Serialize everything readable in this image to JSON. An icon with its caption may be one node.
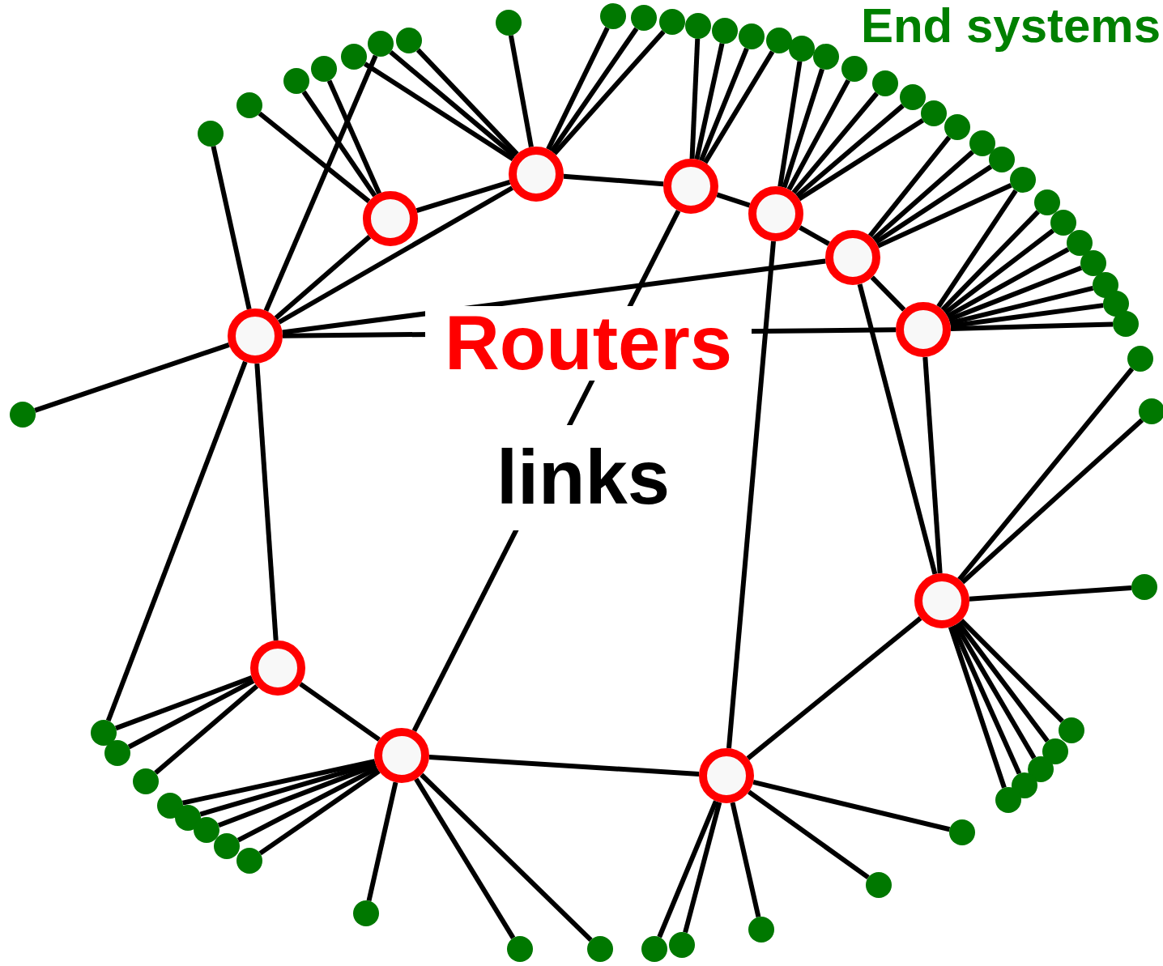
{
  "diagram": {
    "nodes": [
      {
        "text": [],
        "shape": "ring"
      },
      {
        "text": [],
        "shape": "ring"
      },
      {
        "text": [],
        "shape": "ring"
      },
      {
        "text": [],
        "shape": "ring"
      },
      {
        "text": [],
        "shape": "ring"
      },
      {
        "text": [],
        "shape": "ring"
      },
      {
        "text": [],
        "shape": "ring"
      },
      {
        "text": [],
        "shape": "ring"
      },
      {
        "text": [],
        "shape": "ring"
      },
      {
        "text": [],
        "shape": "ring"
      },
      {
        "text": [],
        "shape": "ring"
      },
      {
        "text": [],
        "shape": "dot"
      },
      {
        "text": [],
        "shape": "dot"
      },
      {
        "text": [],
        "shape": "dot"
      },
      {
        "text": [],
        "shape": "dot"
      },
      {
        "text": [],
        "shape": "dot"
      },
      {
        "text": [],
        "shape": "dot"
      },
      {
        "text": [],
        "shape": "dot"
      },
      {
        "text": [],
        "shape": "dot"
      },
      {
        "text": [],
        "shape": "dot"
      },
      {
        "text": [],
        "shape": "dot"
      },
      {
        "text": [],
        "shape": "dot"
      },
      {
        "text": [],
        "shape": "dot"
      },
      {
        "text": [],
        "shape": "dot"
      },
      {
        "text": [],
        "shape": "dot"
      },
      {
        "text": [],
        "shape": "dot"
      },
      {
        "text": [],
        "shape": "dot"
      },
      {
        "text": [],
        "shape": "dot"
      },
      {
        "text": [],
        "shape": "dot"
      },
      {
        "text": [],
        "shape": "dot"
      },
      {
        "text": [],
        "shape": "dot"
      },
      {
        "text": [],
        "shape": "dot"
      },
      {
        "text": [],
        "shape": "dot"
      },
      {
        "text": [],
        "shape": "dot"
      },
      {
        "text": [],
        "shape": "dot"
      },
      {
        "text": [],
        "shape": "dot"
      },
      {
        "text": [],
        "shape": "dot"
      },
      {
        "text": [],
        "shape": "dot"
      },
      {
        "text": [],
        "shape": "dot"
      },
      {
        "text": [],
        "shape": "dot"
      },
      {
        "text": [],
        "shape": "dot"
      },
      {
        "text": [],
        "shape": "dot"
      },
      {
        "text": [],
        "shape": "dot"
      },
      {
        "text": [],
        "shape": "dot"
      },
      {
        "text": [],
        "shape": "dot"
      },
      {
        "text": [],
        "shape": "dot"
      },
      {
        "text": [],
        "shape": "dot"
      },
      {
        "text": [],
        "shape": "dot"
      },
      {
        "text": [],
        "shape": "dot"
      },
      {
        "text": [],
        "shape": "dot"
      },
      {
        "text": [],
        "shape": "dot"
      },
      {
        "text": [],
        "shape": "dot"
      },
      {
        "text": [],
        "shape": "dot"
      },
      {
        "text": [],
        "shape": "dot"
      },
      {
        "text": [],
        "shape": "dot"
      },
      {
        "text": [],
        "shape": "dot"
      },
      {
        "text": [],
        "shape": "dot"
      },
      {
        "text": [],
        "shape": "dot"
      },
      {
        "text": [],
        "shape": "dot"
      },
      {
        "text": [],
        "shape": "dot"
      },
      {
        "text": [],
        "shape": "dot"
      },
      {
        "text": [],
        "shape": "dot"
      },
      {
        "text": [],
        "shape": "dot"
      },
      {
        "text": [],
        "shape": "dot"
      },
      {
        "text": [],
        "shape": "dot"
      },
      {
        "text": [],
        "shape": "dot"
      },
      {
        "text": [],
        "shape": "dot"
      },
      {
        "text": [],
        "shape": "dot"
      }
    ],
    "edges": [
      {
        "from": 2,
        "to": 1,
        "arrow": "none"
      },
      {
        "from": 2,
        "to": 3,
        "arrow": "none"
      },
      {
        "from": 3,
        "to": 4,
        "arrow": "none"
      },
      {
        "from": 4,
        "to": 5,
        "arrow": "none"
      },
      {
        "from": 5,
        "to": 6,
        "arrow": "none"
      },
      {
        "from": 0,
        "to": 1,
        "arrow": "none"
      },
      {
        "from": 0,
        "to": 2,
        "arrow": "none"
      },
      {
        "from": 0,
        "to": 8,
        "arrow": "none"
      },
      {
        "from": 8,
        "to": 9,
        "arrow": "none"
      },
      {
        "from": 9,
        "to": 10,
        "arrow": "none"
      },
      {
        "from": 10,
        "to": 7,
        "arrow": "none"
      },
      {
        "from": 6,
        "to": 7,
        "arrow": "none"
      },
      {
        "from": 5,
        "to": 7,
        "arrow": "none"
      },
      {
        "from": 4,
        "to": 10,
        "arrow": "none"
      },
      {
        "from": 0,
        "to": 5,
        "arrow": "none"
      },
      {
        "from": 0,
        "to": 6,
        "arrow": "none"
      },
      {
        "from": 3,
        "to": 9,
        "arrow": "none"
      },
      {
        "from": 1,
        "to": 11,
        "arrow": "none"
      },
      {
        "from": 1,
        "to": 12,
        "arrow": "none"
      },
      {
        "from": 1,
        "to": 13,
        "arrow": "none"
      },
      {
        "from": 2,
        "to": 14,
        "arrow": "none"
      },
      {
        "from": 2,
        "to": 15,
        "arrow": "none"
      },
      {
        "from": 0,
        "to": 15,
        "arrow": "none"
      },
      {
        "from": 2,
        "to": 16,
        "arrow": "none"
      },
      {
        "from": 2,
        "to": 17,
        "arrow": "none"
      },
      {
        "from": 2,
        "to": 18,
        "arrow": "none"
      },
      {
        "from": 2,
        "to": 19,
        "arrow": "none"
      },
      {
        "from": 2,
        "to": 20,
        "arrow": "none"
      },
      {
        "from": 3,
        "to": 21,
        "arrow": "none"
      },
      {
        "from": 3,
        "to": 22,
        "arrow": "none"
      },
      {
        "from": 3,
        "to": 23,
        "arrow": "none"
      },
      {
        "from": 3,
        "to": 24,
        "arrow": "none"
      },
      {
        "from": 4,
        "to": 25,
        "arrow": "none"
      },
      {
        "from": 4,
        "to": 26,
        "arrow": "none"
      },
      {
        "from": 4,
        "to": 27,
        "arrow": "none"
      },
      {
        "from": 4,
        "to": 28,
        "arrow": "none"
      },
      {
        "from": 4,
        "to": 29,
        "arrow": "none"
      },
      {
        "from": 4,
        "to": 30,
        "arrow": "none"
      },
      {
        "from": 5,
        "to": 31,
        "arrow": "none"
      },
      {
        "from": 5,
        "to": 32,
        "arrow": "none"
      },
      {
        "from": 5,
        "to": 33,
        "arrow": "none"
      },
      {
        "from": 5,
        "to": 34,
        "arrow": "none"
      },
      {
        "from": 6,
        "to": 34,
        "arrow": "none"
      },
      {
        "from": 6,
        "to": 35,
        "arrow": "none"
      },
      {
        "from": 6,
        "to": 36,
        "arrow": "none"
      },
      {
        "from": 6,
        "to": 37,
        "arrow": "none"
      },
      {
        "from": 6,
        "to": 38,
        "arrow": "none"
      },
      {
        "from": 6,
        "to": 39,
        "arrow": "none"
      },
      {
        "from": 6,
        "to": 40,
        "arrow": "none"
      },
      {
        "from": 6,
        "to": 41,
        "arrow": "none"
      },
      {
        "from": 7,
        "to": 42,
        "arrow": "none"
      },
      {
        "from": 7,
        "to": 43,
        "arrow": "none"
      },
      {
        "from": 7,
        "to": 44,
        "arrow": "none"
      },
      {
        "from": 7,
        "to": 45,
        "arrow": "none"
      },
      {
        "from": 7,
        "to": 46,
        "arrow": "none"
      },
      {
        "from": 7,
        "to": 47,
        "arrow": "none"
      },
      {
        "from": 7,
        "to": 48,
        "arrow": "none"
      },
      {
        "from": 7,
        "to": 49,
        "arrow": "none"
      },
      {
        "from": 0,
        "to": 50,
        "arrow": "none"
      },
      {
        "from": 0,
        "to": 51,
        "arrow": "none"
      },
      {
        "from": 0,
        "to": 52,
        "arrow": "none"
      },
      {
        "from": 8,
        "to": 52,
        "arrow": "none"
      },
      {
        "from": 8,
        "to": 53,
        "arrow": "none"
      },
      {
        "from": 8,
        "to": 54,
        "arrow": "none"
      },
      {
        "from": 9,
        "to": 55,
        "arrow": "none"
      },
      {
        "from": 9,
        "to": 56,
        "arrow": "none"
      },
      {
        "from": 9,
        "to": 57,
        "arrow": "none"
      },
      {
        "from": 9,
        "to": 58,
        "arrow": "none"
      },
      {
        "from": 9,
        "to": 59,
        "arrow": "none"
      },
      {
        "from": 9,
        "to": 60,
        "arrow": "none"
      },
      {
        "from": 9,
        "to": 61,
        "arrow": "none"
      },
      {
        "from": 9,
        "to": 62,
        "arrow": "none"
      },
      {
        "from": 10,
        "to": 63,
        "arrow": "none"
      },
      {
        "from": 10,
        "to": 64,
        "arrow": "none"
      },
      {
        "from": 10,
        "to": 65,
        "arrow": "none"
      },
      {
        "from": 10,
        "to": 66,
        "arrow": "none"
      },
      {
        "from": 10,
        "to": 67,
        "arrow": "none"
      }
    ],
    "labels": [
      "End systems",
      "Routers",
      "links"
    ]
  }
}
